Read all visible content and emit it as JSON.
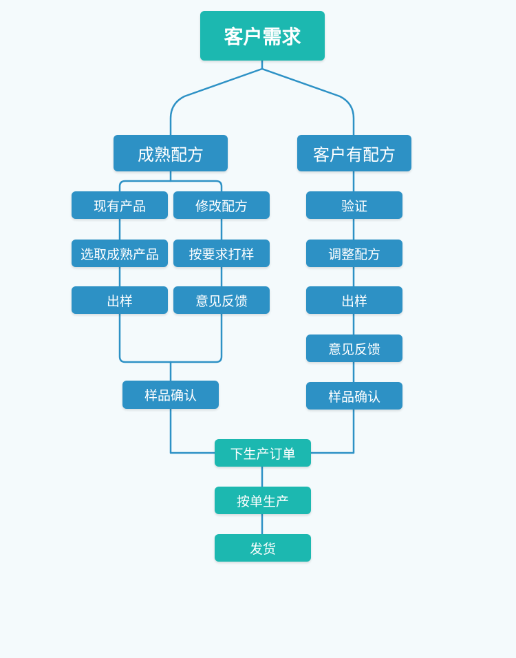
{
  "diagram": {
    "root": "客户需求",
    "left": {
      "title": "成熟配方",
      "branch_a": [
        "现有产品",
        "选取成熟产品",
        "出样"
      ],
      "branch_b": [
        "修改配方",
        "按要求打样",
        "意见反馈"
      ],
      "confirm": "样品确认"
    },
    "right": {
      "title": "客户有配方",
      "steps": [
        "验证",
        "调整配方",
        "出样",
        "意见反馈",
        "样品确认"
      ]
    },
    "bottom": [
      "下生产订单",
      "按单生产",
      "发货"
    ]
  },
  "colors": {
    "blue": "#2d91c5",
    "teal": "#1cb8b0",
    "line": "#2d91c5",
    "background": "#f4fafc"
  }
}
